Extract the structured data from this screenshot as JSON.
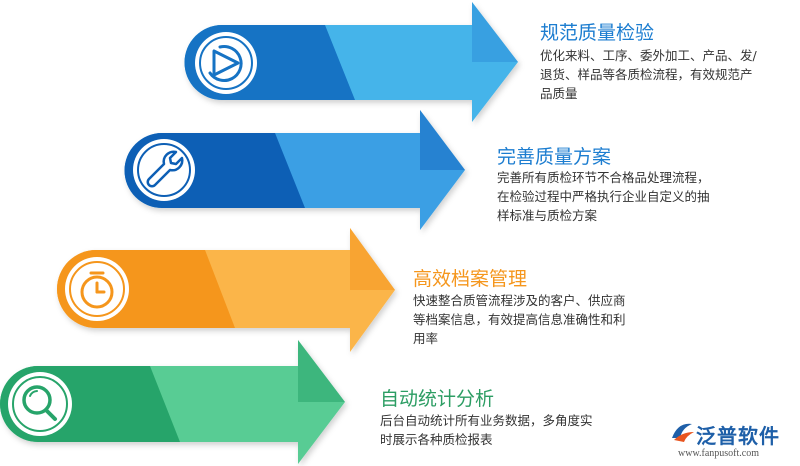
{
  "features": [
    {
      "title": "规范质量检验",
      "description": "优化来料、工序、委外加工、产品、发/\n退货、样品等各质检流程，有效规范产\n品质量",
      "icon": "pie-chart-icon",
      "colors": {
        "dark": "#1673c4",
        "light": "#45b4ea",
        "title": "#1c7dd0"
      }
    },
    {
      "title": "完善质量方案",
      "description": "完善所有质检环节不合格品处理流程，\n在检验过程中严格执行企业自定义的抽\n样标准与质检方案",
      "icon": "wrench-icon",
      "colors": {
        "dark": "#0d5fb5",
        "light": "#3a9fe4",
        "title": "#1c7dd0"
      }
    },
    {
      "title": "高效档案管理",
      "description": "快速整合质管流程涉及的客户、供应商\n等档案信息，有效提高信息准确性和利\n用率",
      "icon": "stopwatch-icon",
      "colors": {
        "dark": "#f5961c",
        "light": "#fbb54a",
        "title": "#f5961c"
      }
    },
    {
      "title": "自动统计分析",
      "description": "后台自动统计所有业务数据，多角度实\n时展示各种质检报表",
      "icon": "magnifier-icon",
      "colors": {
        "dark": "#27a46a",
        "light": "#59cc94",
        "title": "#2c9d63"
      }
    }
  ],
  "brand": {
    "name": "泛普软件",
    "url": "www.fanpusoft.com"
  }
}
